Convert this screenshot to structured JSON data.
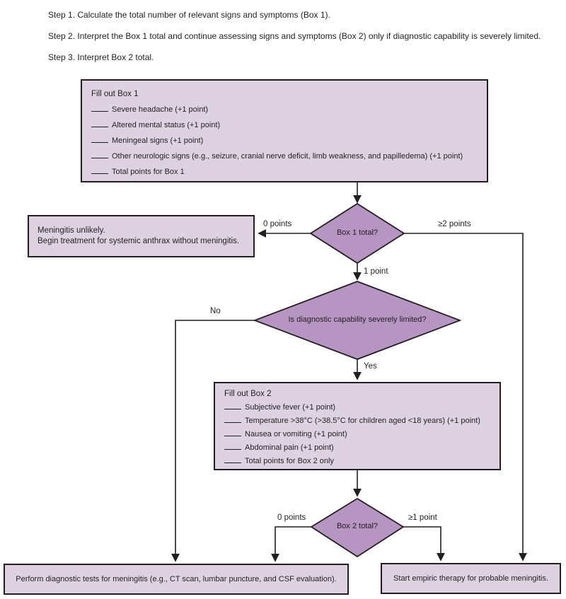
{
  "colors": {
    "box_fill": "#ded2e2",
    "diamond_fill": "#b695c2",
    "line": "#231f20",
    "background": "#ffffff"
  },
  "steps": [
    "Step 1. Calculate the total number of relevant signs and symptoms (Box 1).",
    "Step 2. Interpret the Box 1 total and continue assessing signs and symptoms (Box 2) only if diagnostic capability is severely limited.",
    "Step 3. Interpret Box 2 total."
  ],
  "box1": {
    "title": "Fill out Box 1",
    "items": [
      "Severe headache (+1 point)",
      "Altered mental status (+1 point)",
      "Meningeal signs (+1 point)",
      "Other neurologic signs (e.g., seizure, cranial nerve deficit, limb weakness, and papilledema) (+1 point)",
      "Total points for Box 1"
    ]
  },
  "box2": {
    "title": "Fill out Box 2",
    "items": [
      "Subjective fever (+1 point)",
      "Temperature >38°C (>38.5°C for children aged <18 years) (+1 point)",
      "Nausea or vomiting (+1 point)",
      "Abdominal pain (+1 point)",
      "Total points for Box 2 only"
    ]
  },
  "decisions": {
    "d1": "Box 1 total?",
    "d2": "Is diagnostic capability severely limited?",
    "d3": "Box 2 total?"
  },
  "edge_labels": {
    "d1_left": "0 points",
    "d1_right": "≥2 points",
    "d1_down": "1 point",
    "d2_left": "No",
    "d2_down": "Yes",
    "d3_left": "0 points",
    "d3_right": "≥1 point"
  },
  "outcomes": {
    "unlikely_line1": "Meningitis unlikely.",
    "unlikely_line2": "Begin treatment for systemic anthrax without meningitis.",
    "diagnostic_tests": "Perform diagnostic tests for meningitis (e.g., CT scan, lumbar puncture, and CSF evaluation).",
    "empiric_therapy": "Start empiric therapy for probable meningitis."
  }
}
